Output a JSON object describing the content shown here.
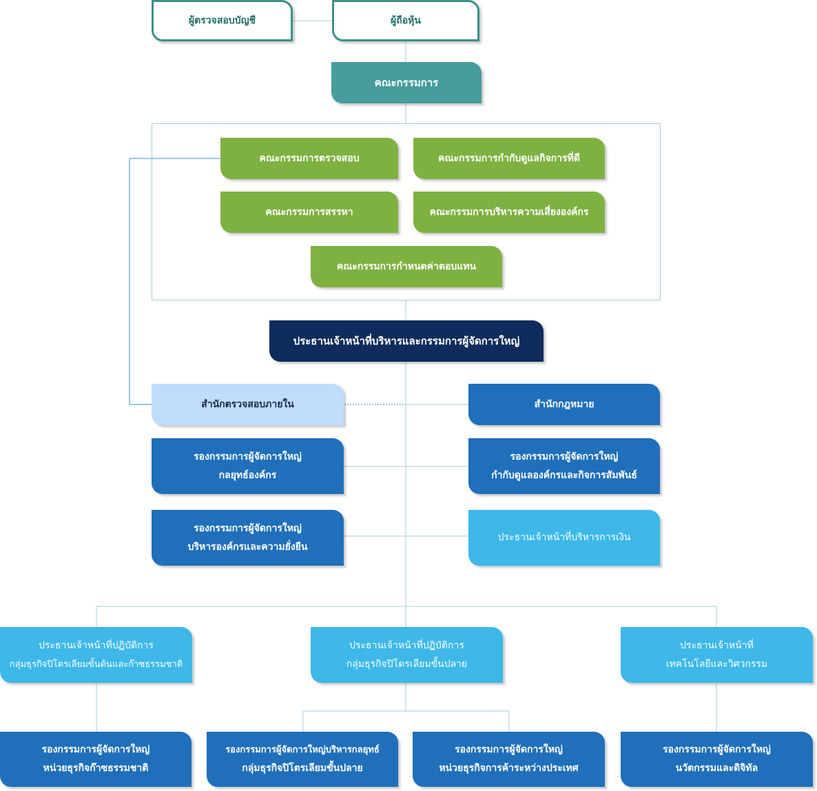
{
  "chart_title": "",
  "top": {
    "auditor": "ผู้ตรวจสอบบัญชี",
    "shareholders": "ผู้ถือหุ้น",
    "board": "คณะกรรมการ"
  },
  "committees": {
    "audit": "คณะกรรมการตรวจสอบ",
    "governance": "คณะกรรมการกำกับดูแลกิจการที่ดี",
    "nomination": "คณะกรรมการสรรหา",
    "risk": "คณะกรรมการบริหารความเสี่ยงองค์กร",
    "remuneration": "คณะกรรมการกำหนดค่าตอบแทน"
  },
  "ceo": "ประธานเจ้าหน้าที่บริหารและกรรมการผู้จัดการใหญ่",
  "offices": {
    "internal_audit": "สำนักตรวจสอบภายใน",
    "legal": "สำนักกฎหมาย",
    "strategy": [
      "รองกรรมการผู้จัดการใหญ่",
      "กลยุทธ์องค์กร"
    ],
    "corporate_governance": [
      "รองกรรมการผู้จัดการใหญ่",
      "กำกับดูแลองค์กรและกิจการสัมพันธ์"
    ],
    "sustainability": [
      "รองกรรมการผู้จัดการใหญ่",
      "บริหารองค์กรและความยั่งยืน"
    ],
    "cfo": "ประธานเจ้าหน้าที่บริหารการเงิน"
  },
  "chiefs": {
    "upstream": [
      "ประธานเจ้าหน้าที่ปฏิบัติการ",
      "กลุ่มธุรกิจปิโตรเลียมขั้นต้นและก๊าซธรรมชาติ"
    ],
    "downstream": [
      "ประธานเจ้าหน้าที่ปฏิบัติการ",
      "กลุ่มธุรกิจปิโตรเลียมขั้นปลาย"
    ],
    "technology": [
      "ประธานเจ้าหน้าที่",
      "เทคโนโลยีและวิศวกรรม"
    ]
  },
  "units": {
    "gas_unit": [
      "รองกรรมการผู้จัดการใหญ่",
      "หน่วยธุรกิจก๊าซธรรมชาติ"
    ],
    "downstream_strategy": [
      "รองกรรมการผู้จัดการใหญ่บริหารกลยุทธ์",
      "กลุ่มธุรกิจปิโตรเลียมขั้นปลาย"
    ],
    "trading_unit": [
      "รองกรรมการผู้จัดการใหญ่",
      "หน่วยธุรกิจการค้าระหว่างประเทศ"
    ],
    "innovation_unit": [
      "รองกรรมการผู้จัดการใหญ่",
      "นวัตกรรมและดิจิทัล"
    ]
  },
  "colors": {
    "outline": "#3f8f8a",
    "board": "#479c9c",
    "committee": "#7fb141",
    "ceo": "#0f2c5c",
    "internal_audit": "#bfdcfb",
    "dark_blue": "#1f6fba",
    "sky_blue": "#3db8e8",
    "connector": "#aacbd9"
  }
}
